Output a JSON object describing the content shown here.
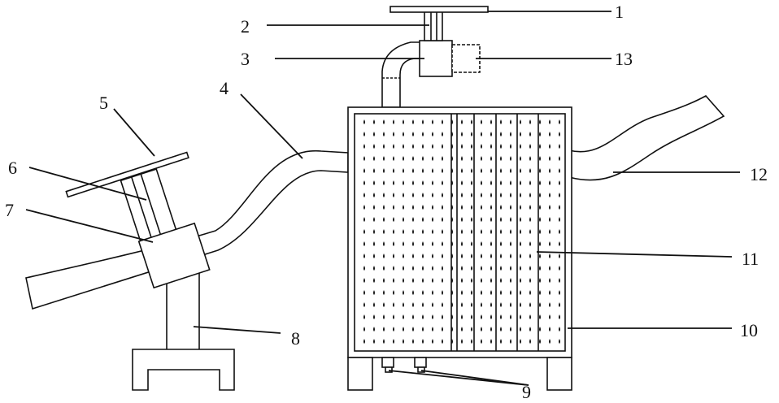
{
  "diagram": {
    "labels": [
      "1",
      "2",
      "3",
      "4",
      "5",
      "6",
      "7",
      "8",
      "9",
      "10",
      "11",
      "12",
      "13"
    ],
    "colors": {
      "ink": "#111111",
      "background": "#ffffff"
    }
  }
}
